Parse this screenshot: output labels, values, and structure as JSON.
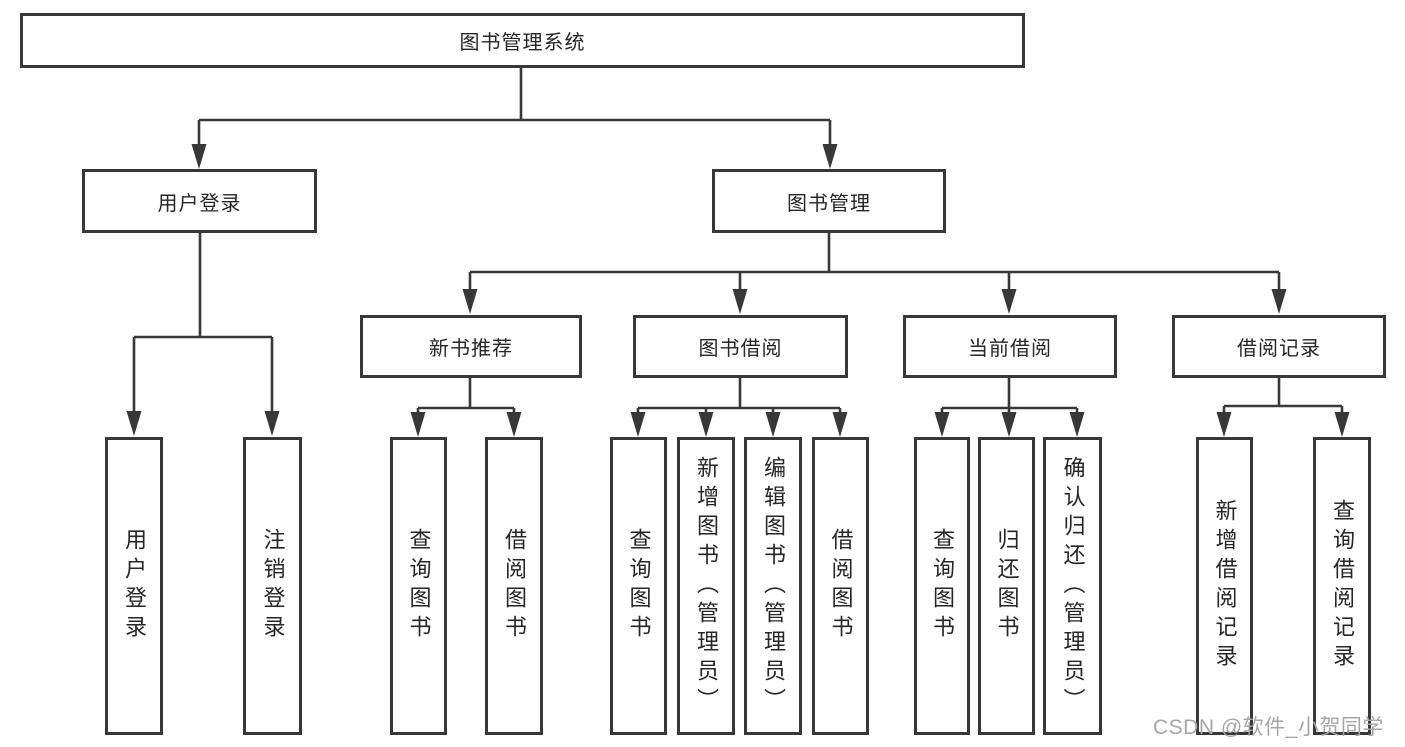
{
  "diagram": {
    "type": "hierarchy-tree",
    "tree": {
      "label": "图书管理系统",
      "children": [
        {
          "label": "用户登录",
          "children": [
            {
              "label": "用户登录"
            },
            {
              "label": "注销登录"
            }
          ]
        },
        {
          "label": "图书管理",
          "children": [
            {
              "label": "新书推荐",
              "children": [
                {
                  "label": "查询图书"
                },
                {
                  "label": "借阅图书"
                }
              ]
            },
            {
              "label": "图书借阅",
              "children": [
                {
                  "label": "查询图书"
                },
                {
                  "label": "新增图书（管理员）"
                },
                {
                  "label": "编辑图书（管理员）"
                },
                {
                  "label": "借阅图书"
                }
              ]
            },
            {
              "label": "当前借阅",
              "children": [
                {
                  "label": "查询图书"
                },
                {
                  "label": "归还图书"
                },
                {
                  "label": "确认归还（管理员）"
                }
              ]
            },
            {
              "label": "借阅记录",
              "children": [
                {
                  "label": "新增借阅记录"
                },
                {
                  "label": "查询借阅记录"
                }
              ]
            }
          ]
        }
      ]
    },
    "watermark": "CSDN @软件_小贺同学",
    "colors": {
      "line": "#383838",
      "box_border": "#383838",
      "text": "#262626",
      "watermark": "#a6a6a6",
      "background": "#ffffff"
    }
  }
}
